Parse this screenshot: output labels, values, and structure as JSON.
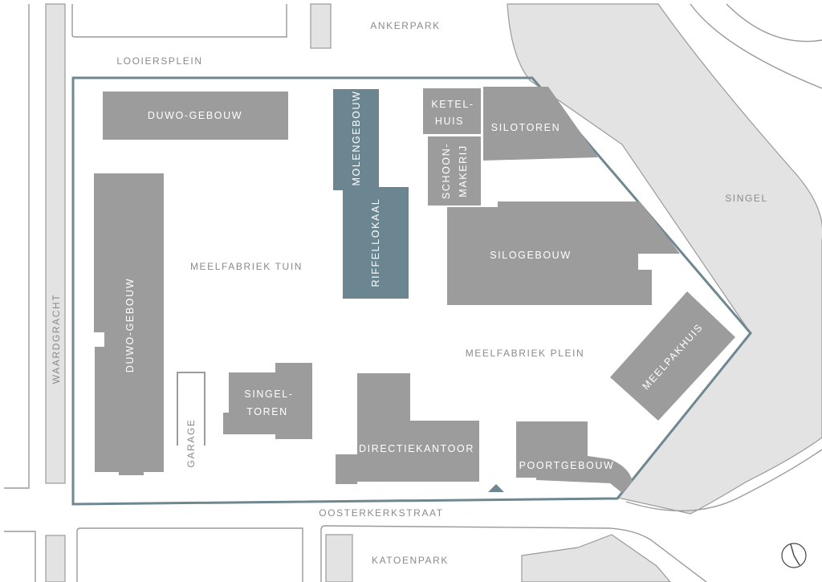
{
  "streets": {
    "ankerpark": "ANKERPARK",
    "looiersplein": "LOOIERSPLEIN",
    "singel": "SINGEL",
    "waardgracht": "WAARDGRACHT",
    "oosterkerkstraat": "OOSTERKERKSTRAAT",
    "katoenpark": "KATOENPARK"
  },
  "areas": {
    "tuin": "MEELFABRIEK TUIN",
    "plein": "MEELFABRIEK PLEIN"
  },
  "buildings": {
    "duwo_top": "DUWO-GEBOUW",
    "duwo_left": "DUWO-GEBOUW",
    "molengebouw": "MOLENGEBOUW",
    "riffellokaal": "RIFFELLOKAAL",
    "ketelhuis_1": "KETEL-",
    "ketelhuis_2": "HUIS",
    "silotoren": "SILOTOREN",
    "schoonmakerij_1": "SCHOON-",
    "schoonmakerij_2": "MAKERIJ",
    "silogebouw": "SILOGEBOUW",
    "meelpakhuis": "MEELPAKHUIS",
    "singeltoren_1": "SINGEL-",
    "singeltoren_2": "TOREN",
    "garage": "GARAGE",
    "directiekantoor": "DIRECTIEKANTOOR",
    "poortgebouw": "POORTGEBOUW"
  },
  "colors": {
    "building": "#9c9c9c",
    "highlight": "#6b8690",
    "boundary": "#6e8790",
    "water": "#e3e3e3"
  },
  "icons": {
    "compass": "compass-icon",
    "entrance": "entrance-marker-icon"
  }
}
